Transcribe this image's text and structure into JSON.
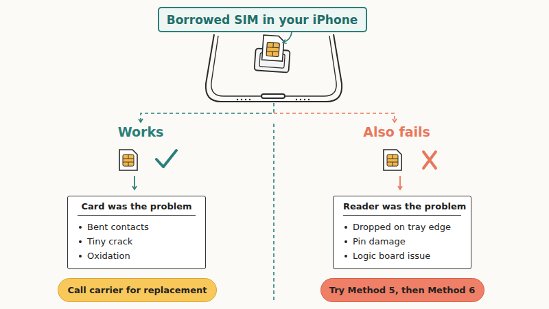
{
  "diagram": {
    "nodes": [
      {
        "text": [
          "Borrowed SIM in your iPhone"
        ]
      },
      {
        "text": [
          "Card was the problem",
          "Bent contacts",
          "Tiny crack",
          "Oxidation"
        ]
      },
      {
        "text": [
          "Call carrier for replacement"
        ]
      },
      {
        "text": [
          "Reader was the problem",
          "Dropped on tray edge",
          "Pin damage",
          "Logic board issue"
        ]
      },
      {
        "text": [
          "Try Method 5, then Method 6"
        ]
      }
    ],
    "labels": [
      "Works",
      "Also fails"
    ]
  }
}
